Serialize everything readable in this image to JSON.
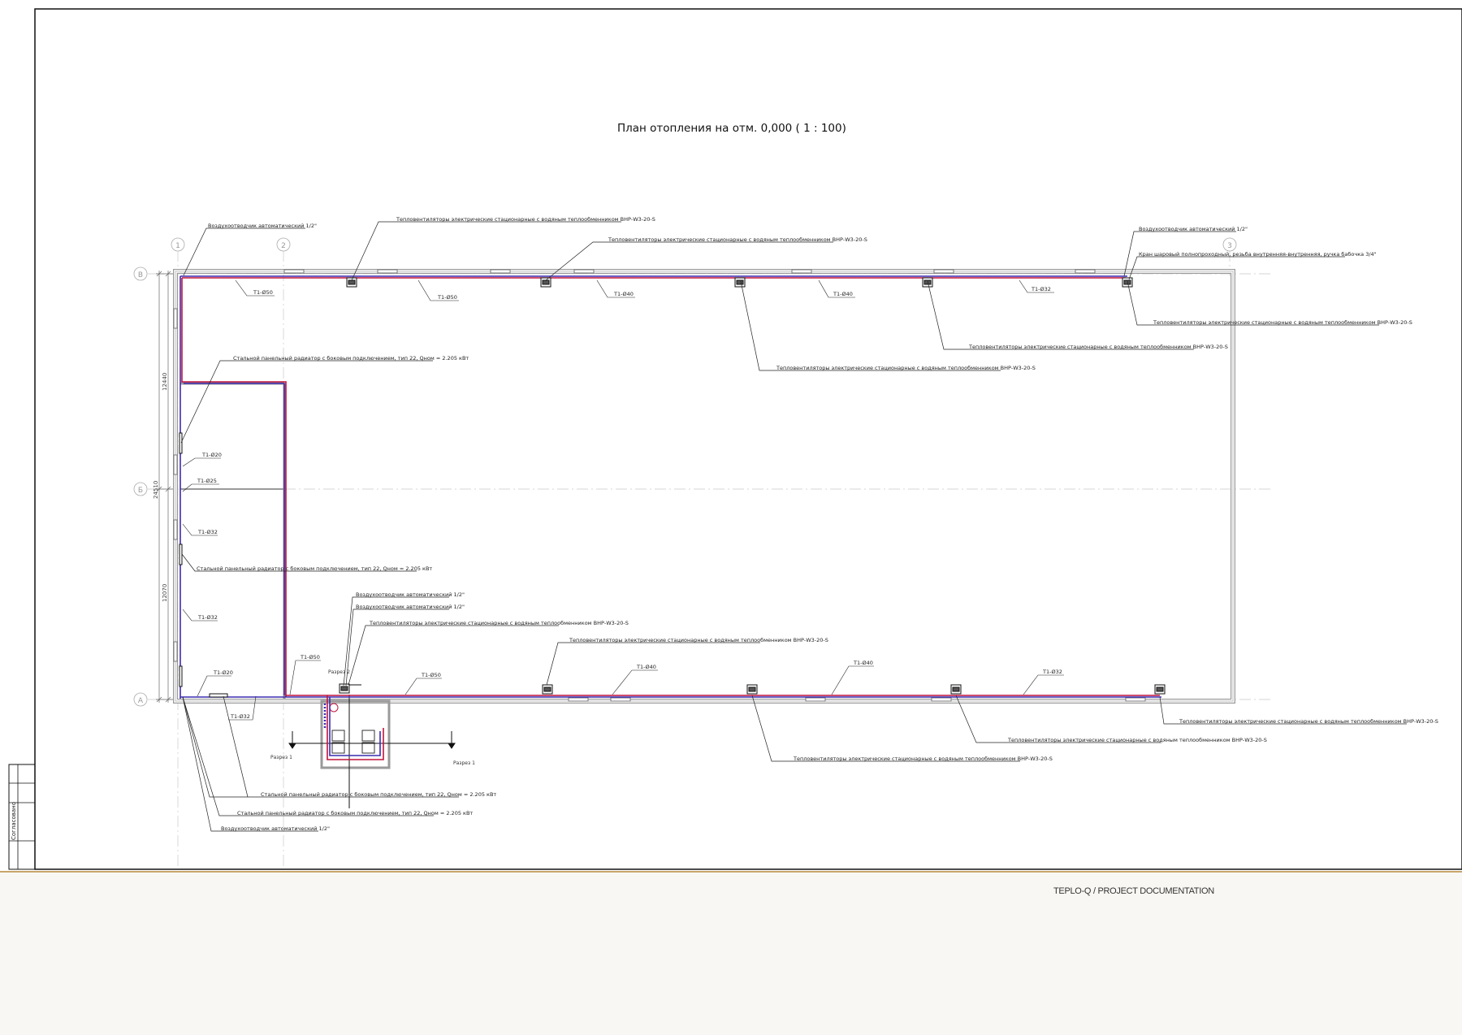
{
  "drawing": {
    "title": "План отопления на отм. 0,000 ( 1 : 100)",
    "approved_stamp": "Согласовано",
    "grid_axes": {
      "columns": [
        "1",
        "2",
        "3"
      ],
      "rows": [
        "В",
        "Б",
        "А"
      ]
    },
    "dimensions": {
      "total": "24510",
      "upper": "12440",
      "lower": "12070"
    },
    "section_mark": "Разрез 1",
    "section_mark_2": "Разрез 2",
    "pipe_labels": [
      "Т1-Ø50",
      "Т1-Ø50",
      "Т1-Ø40",
      "Т1-Ø40",
      "Т1-Ø32",
      "Т1-Ø20",
      "Т1-Ø25",
      "Т1-Ø32",
      "Т1-Ø32",
      "Т1-Ø20",
      "Т1-Ø32",
      "Т1-Ø50",
      "Т1-Ø50",
      "Т1-Ø40",
      "Т1-Ø40",
      "Т1-Ø32"
    ],
    "callouts": {
      "air_vent": "Воздухоотводчик автоматический 1/2\"",
      "fan_heater": "Тепловентиляторы электрические стационарные с водяным теплообменником ВНР-W3-20-S",
      "radiator": "Стальной панельный радиатор с боковым подключением, тип 22, Qном = 2.205 кВт",
      "ball_valve": "Кран шаровый полнопроходный, резьба внутренняя-внутренняя, ручка бабочка 3/4\""
    }
  },
  "footer": {
    "text": "TEPLO-Q / PROJECT DOCUMENTATION"
  },
  "colors": {
    "supply": "#c0143c",
    "return": "#3b2bb0",
    "wall": "#b5b5b5",
    "frame": "#111111",
    "footer_rule": "#c9a46a"
  }
}
